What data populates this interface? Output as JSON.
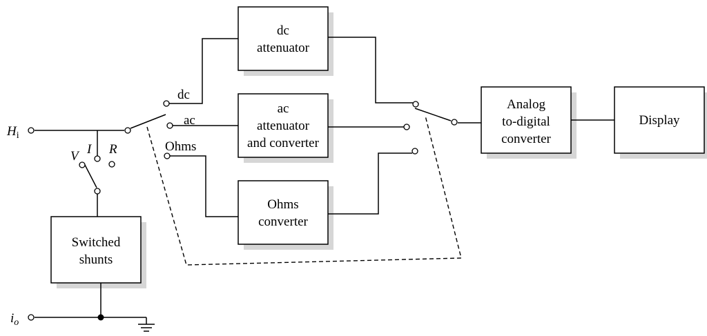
{
  "blocks": {
    "dc_attenuator": [
      "dc",
      "attenuator"
    ],
    "ac_attenuator": [
      "ac",
      "attenuator",
      "and converter"
    ],
    "ohms_converter": [
      "Ohms",
      "converter"
    ],
    "adc": [
      "Analog",
      "to-digital",
      "converter"
    ],
    "display": [
      "Display"
    ],
    "switched_shunts": [
      "Switched",
      "shunts"
    ]
  },
  "labels": {
    "input_high": "H",
    "input_high_sub": "i",
    "input_low": "i",
    "input_low_sub": "o",
    "dc": "dc",
    "ac": "ac",
    "ohms": "Ohms",
    "v": "V",
    "i": "I",
    "r": "R"
  }
}
